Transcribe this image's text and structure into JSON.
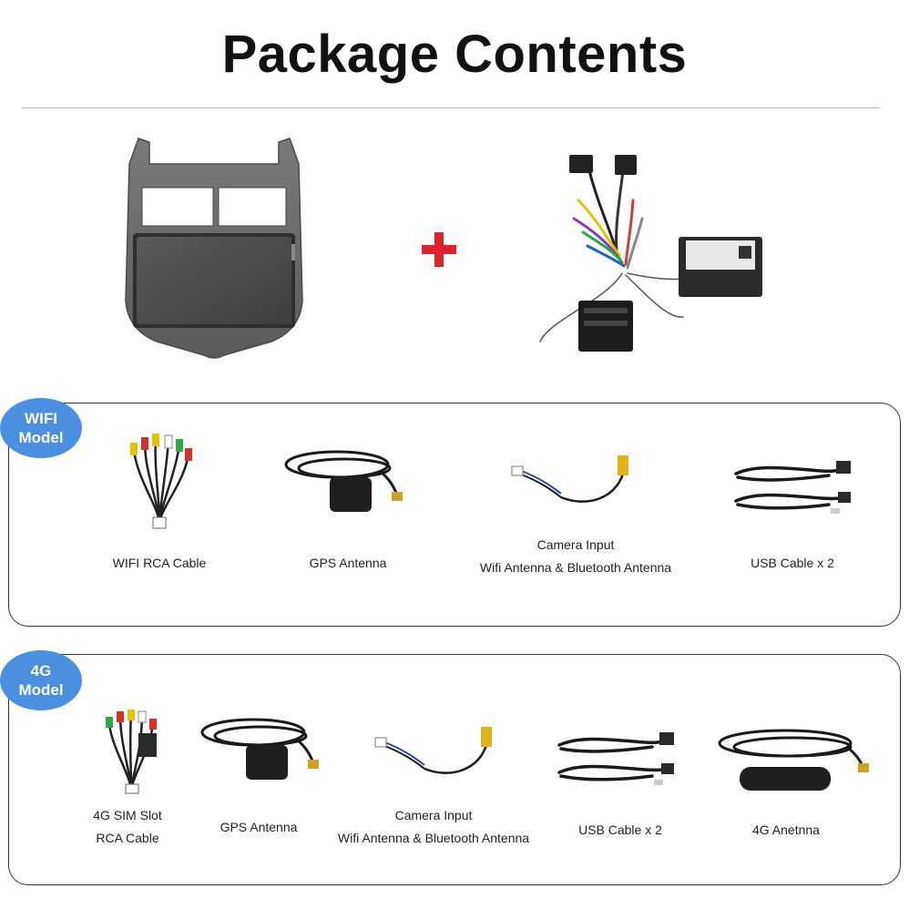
{
  "title": "Package Contents",
  "badges": {
    "wifi": {
      "line1": "WIFI",
      "line2": "Model"
    },
    "g4": {
      "line1": "4G",
      "line2": "Model"
    }
  },
  "wifi_items": [
    {
      "label": "WIFI RCA Cable"
    },
    {
      "label": "GPS Antenna"
    },
    {
      "label_line1": "Camera Input",
      "label_line2": "Wifi Antenna & Bluetooth Antenna"
    },
    {
      "label": "USB Cable x 2"
    }
  ],
  "g4_items": [
    {
      "label_line1": "4G SIM Slot",
      "label_line2": "RCA Cable"
    },
    {
      "label": "GPS Antenna"
    },
    {
      "label_line1": "Camera Input",
      "label_line2": "Wifi Antenna & Bluetooth Antenna"
    },
    {
      "label": "USB Cable x 2"
    },
    {
      "label": "4G Anetnna"
    }
  ],
  "colors": {
    "badge": "#4a90de",
    "plus": "#e0202a",
    "frame": "#6b6b6b",
    "screen": "#4a4a4a",
    "cable": "#1a1a1a",
    "connector_gold": "#c9a227"
  },
  "icons": [
    "head-unit-image",
    "plus-icon",
    "wiring-harness-image",
    "rca-cable-image",
    "gps-antenna-image",
    "camera-cable-image",
    "usb-cable-image",
    "4g-antenna-image"
  ]
}
